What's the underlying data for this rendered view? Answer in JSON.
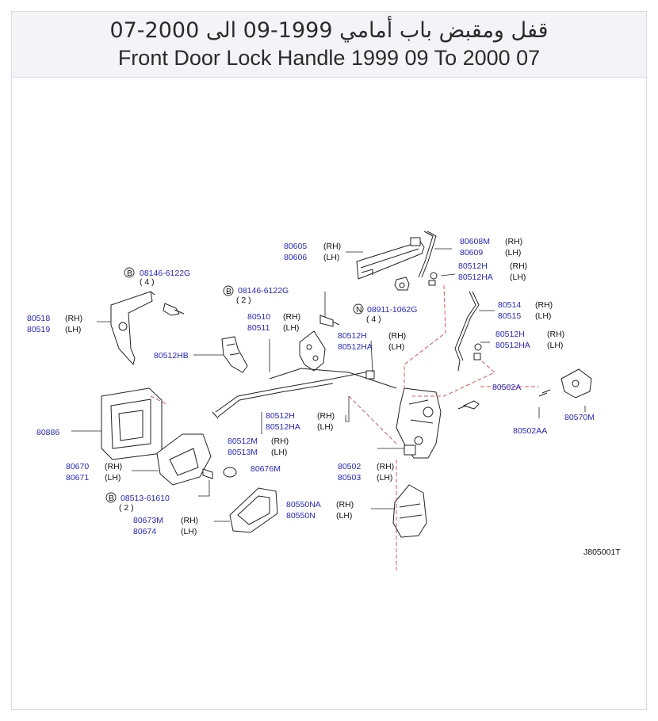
{
  "header": {
    "title_ar": "قفل ومقبض باب أمامي 1999-09 الى 2000-07",
    "title_en": "Front Door Lock Handle 1999 09 To 2000 07"
  },
  "diagram": {
    "code": "J805001T",
    "colors": {
      "part_link": "#2626c8",
      "text": "#111111",
      "dash": "#e05555"
    },
    "labels": {
      "p80605": "80605",
      "p80606": "80606",
      "p80608M": "80608M",
      "p80609": "80609",
      "p80512H_a": "80512H",
      "p80512HA_a": "80512HA",
      "p80514": "80514",
      "p80515": "80515",
      "p80512H_b": "80512H",
      "p80512HA_b": "80512HA",
      "p80512H_c": "80512H",
      "p80512HA_c": "80512HA",
      "p80502A": "80502A",
      "p80570M": "80570M",
      "p80502AA": "80502AA",
      "p80502": "80502",
      "p80503": "80503",
      "p80550NA": "80550NA",
      "p80550N": "80550N",
      "p80676M": "80676M",
      "p80673M": "80673M",
      "p80674": "80674",
      "p80670": "80670",
      "p80671": "80671",
      "p80886": "80886",
      "p80512M": "80512M",
      "p80513M": "80513M",
      "p80510": "80510",
      "p80511": "80511",
      "p80512HB": "80512HB",
      "p80518": "80518",
      "p80519": "80519",
      "bolt1": "08146-6122G",
      "bolt1_qty": "( 4 )",
      "bolt2": "08146-6122G",
      "bolt2_qty": "( 2 )",
      "nut1": "08911-1062G",
      "nut1_qty": "( 4 )",
      "bolt3": "08513-61610",
      "bolt3_qty": "( 2 )",
      "mark_B": "B",
      "mark_N": "N",
      "rh": "(RH)",
      "lh": "(LH)"
    }
  }
}
